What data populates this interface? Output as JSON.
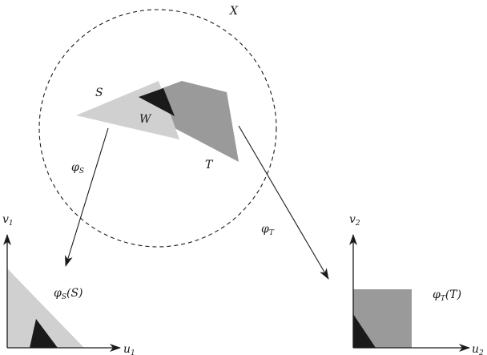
{
  "labels": {
    "space": "X",
    "set_s": "S",
    "set_t": "T",
    "intersection": "W",
    "map_s": "φ",
    "map_s_sub": "S",
    "map_t": "φ",
    "map_t_sub": "T",
    "image_s": "φ",
    "image_s_sub": "S",
    "image_s_arg": "(S)",
    "image_t": "φ",
    "image_t_sub": "T",
    "image_t_arg": "(T)",
    "axis_v1": "v",
    "axis_v1_sub": "1",
    "axis_u1": "u",
    "axis_u1_sub": "1",
    "axis_v2": "v",
    "axis_v2_sub": "2",
    "axis_u2": "u",
    "axis_u2_sub": "2"
  },
  "colors": {
    "light_region": "#d0d0d0",
    "mid_region": "#9a9a9a",
    "dark_region": "#1a1a1a",
    "line": "#1a1a1a"
  }
}
